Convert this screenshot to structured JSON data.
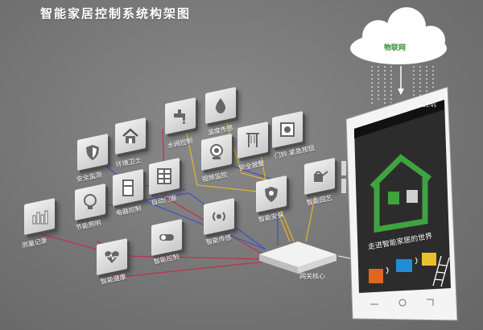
{
  "title": "智能家居控制系统构架图",
  "cloud_label": "物联网",
  "gateway_label": "网关核心",
  "phone_slogan": "走进智能家居的世界",
  "phone_status": "11:45",
  "tiles": [
    {
      "label": "测量记录"
    },
    {
      "label": "安全监测"
    },
    {
      "label": "环境卫士"
    },
    {
      "label": "水阀控制"
    },
    {
      "label": "温度传感"
    },
    {
      "label": "节能照明"
    },
    {
      "label": "电器控制"
    },
    {
      "label": "自动门窗"
    },
    {
      "label": "视频监控"
    },
    {
      "label": "安全报警"
    },
    {
      "label": "门铃 紧急按钮"
    },
    {
      "label": "智能园艺"
    },
    {
      "label": "智能安保"
    },
    {
      "label": "智能传感"
    },
    {
      "label": "智能控制"
    },
    {
      "label": "智能健康"
    }
  ],
  "colors": {
    "wire_red": "#c0304a",
    "wire_blue": "#3a52c8",
    "wire_yellow": "#e8b52a",
    "brand_green": "#3fa33f"
  }
}
